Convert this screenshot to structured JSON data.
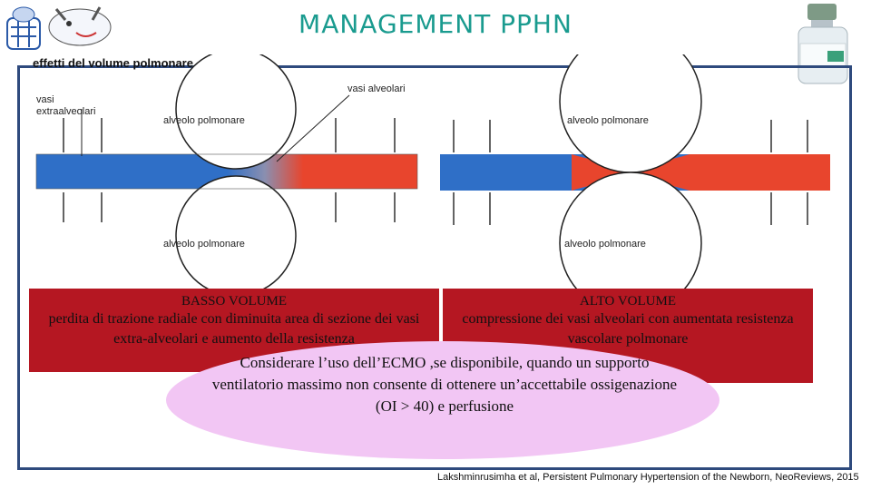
{
  "title": "MANAGEMENT PPHN",
  "figure": {
    "title": "effetti del volume polmonare",
    "label_vasi_alveolari": "vasi alveolari",
    "label_vasi_extraalveolari": "vasi extraalveolari",
    "label_alveolo_polmonare": "alveolo polmonare"
  },
  "boxes": {
    "left": {
      "heading": "BASSO VOLUME",
      "text": "perdita di trazione radiale con diminuita area di sezione dei vasi extra-alveolari e aumento della resistenza"
    },
    "right": {
      "heading": "ALTO VOLUME",
      "text": "compressione dei vasi alveolari con aumentata resistenza vascolare polmonare"
    }
  },
  "ellipse_text": "Considerare l’uso dell’ECMO ,se disponibile, quando un supporto ventilatorio massimo non consente di ottenere un’accettabile ossigenazione (OI > 40) e perfusione",
  "citation": "Lakshminrusimha et al, Persistent Pulmonary Hypertension of the Newborn, NeoReviews, 2015"
}
